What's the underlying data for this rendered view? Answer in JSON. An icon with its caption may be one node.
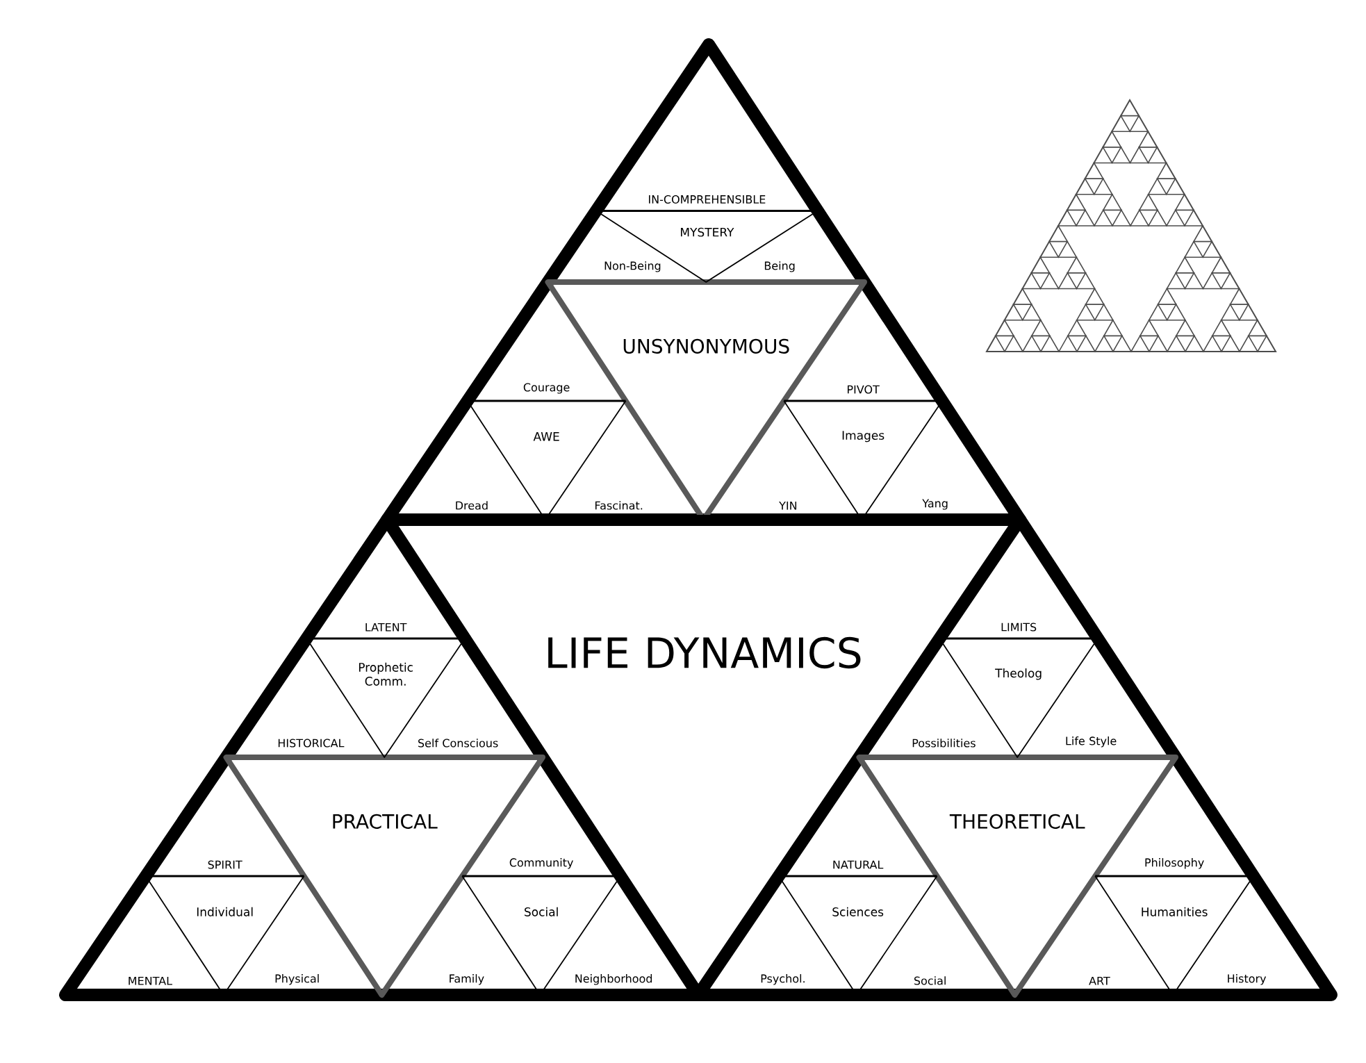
{
  "diagram": {
    "nodes": [
      {
        "text": [],
        "shape": "triangle"
      },
      {
        "text": [
          "UNSYNONYMOUS"
        ],
        "in": 0
      },
      {
        "text": [
          "IN-COMPREHENSIBLE",
          "MYSTERY",
          "Non-Being",
          "Being"
        ],
        "in": 0
      },
      {
        "text": [
          "Courage",
          "AWE",
          "Dread",
          "Fascinat."
        ],
        "in": 0
      },
      {
        "text": [
          "PIVOT",
          "Images",
          "YIN",
          "Yang"
        ],
        "in": 0
      },
      {
        "text": [
          "LIFE DYNAMICS"
        ]
      },
      {
        "text": [],
        "shape": "triangle"
      },
      {
        "text": [
          "PRACTICAL"
        ],
        "in": 6
      },
      {
        "text": [
          "LATENT",
          "Prophetic Comm.",
          "HISTORICAL",
          "Self Conscious"
        ],
        "in": 6
      },
      {
        "text": [
          "SPIRIT",
          "Individual",
          "MENTAL",
          "Physical"
        ],
        "in": 6
      },
      {
        "text": [
          "Community",
          "Social",
          "Family",
          "Neighborhood"
        ],
        "in": 6
      },
      {
        "text": [],
        "shape": "triangle"
      },
      {
        "text": [
          "THEORETICAL"
        ],
        "in": 11
      },
      {
        "text": [
          "LIMITS",
          "Theolog",
          "Possibilities",
          "Life Style"
        ],
        "in": 11
      },
      {
        "text": [
          "NATURAL",
          "Sciences",
          "Psychol.",
          "Social"
        ],
        "in": 11
      },
      {
        "text": [
          "Philosophy",
          "Humanities",
          "ART",
          "History"
        ],
        "in": 11
      }
    ]
  }
}
